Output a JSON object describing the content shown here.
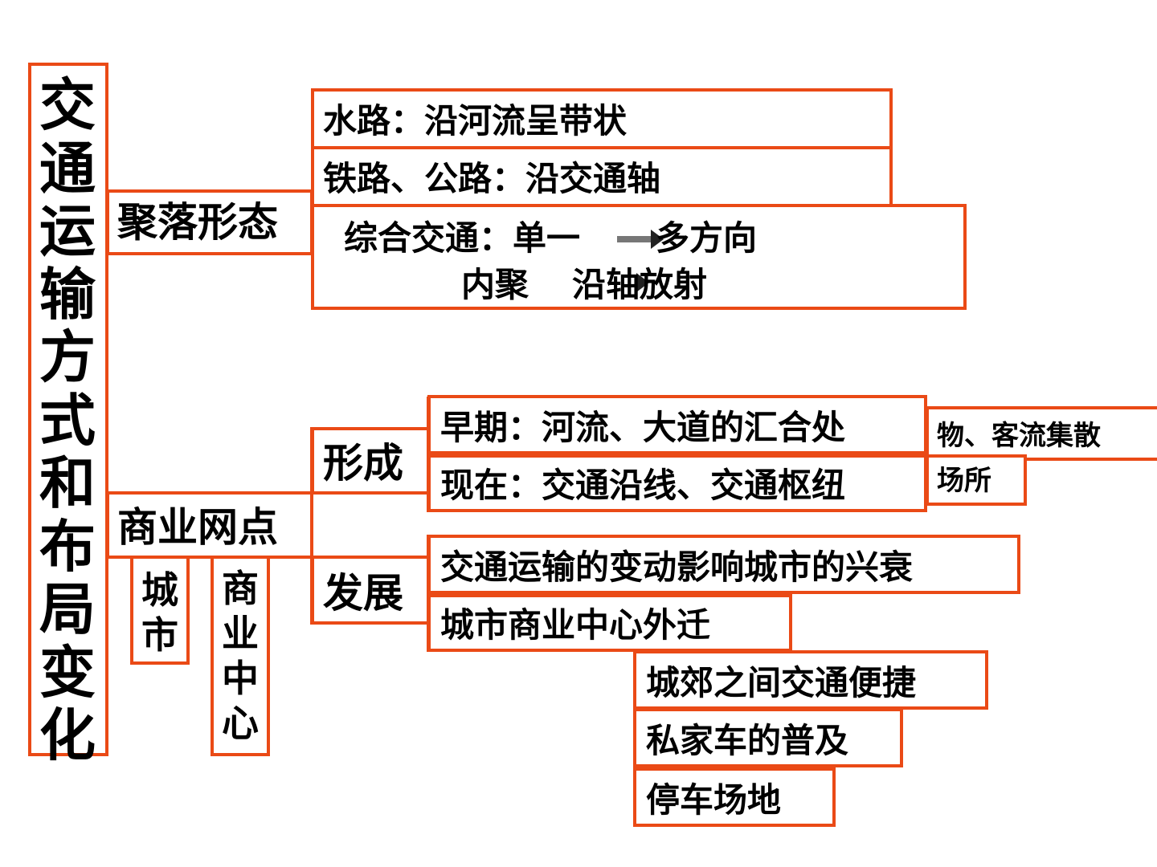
{
  "title_chars": [
    "交",
    "通",
    "运",
    "输",
    "方",
    "式",
    "和",
    "布",
    "局",
    "变",
    "化"
  ],
  "settlement": {
    "label": "聚落形态",
    "items": {
      "water": "水路：沿河流呈带状",
      "rail": "铁路、公路：沿交通轴",
      "integrated_line1": "综合交通：单一",
      "integrated_line1_end": "多方向",
      "integrated_line2a": "内聚",
      "integrated_line2b": "沿轴放射"
    }
  },
  "commerce": {
    "label": "商业网点",
    "city_chars": [
      "城",
      "市"
    ],
    "center_chars": [
      "商",
      "业",
      "中",
      "心"
    ],
    "formation": {
      "label": "形成",
      "early": "早期：河流、大道的汇合处",
      "now": "现在：交通沿线、交通枢纽",
      "note_line1": "物、客流集散",
      "note_line2": "场所"
    },
    "development": {
      "label": "发展",
      "rise_fall": "交通运输的变动影响城市的兴衰",
      "relocation": "城市商业中心外迁",
      "reasons": [
        "城郊之间交通便捷",
        "私家车的普及",
        "停车场地"
      ]
    }
  },
  "colors": {
    "border": "#ea4a16",
    "text": "#000000"
  }
}
